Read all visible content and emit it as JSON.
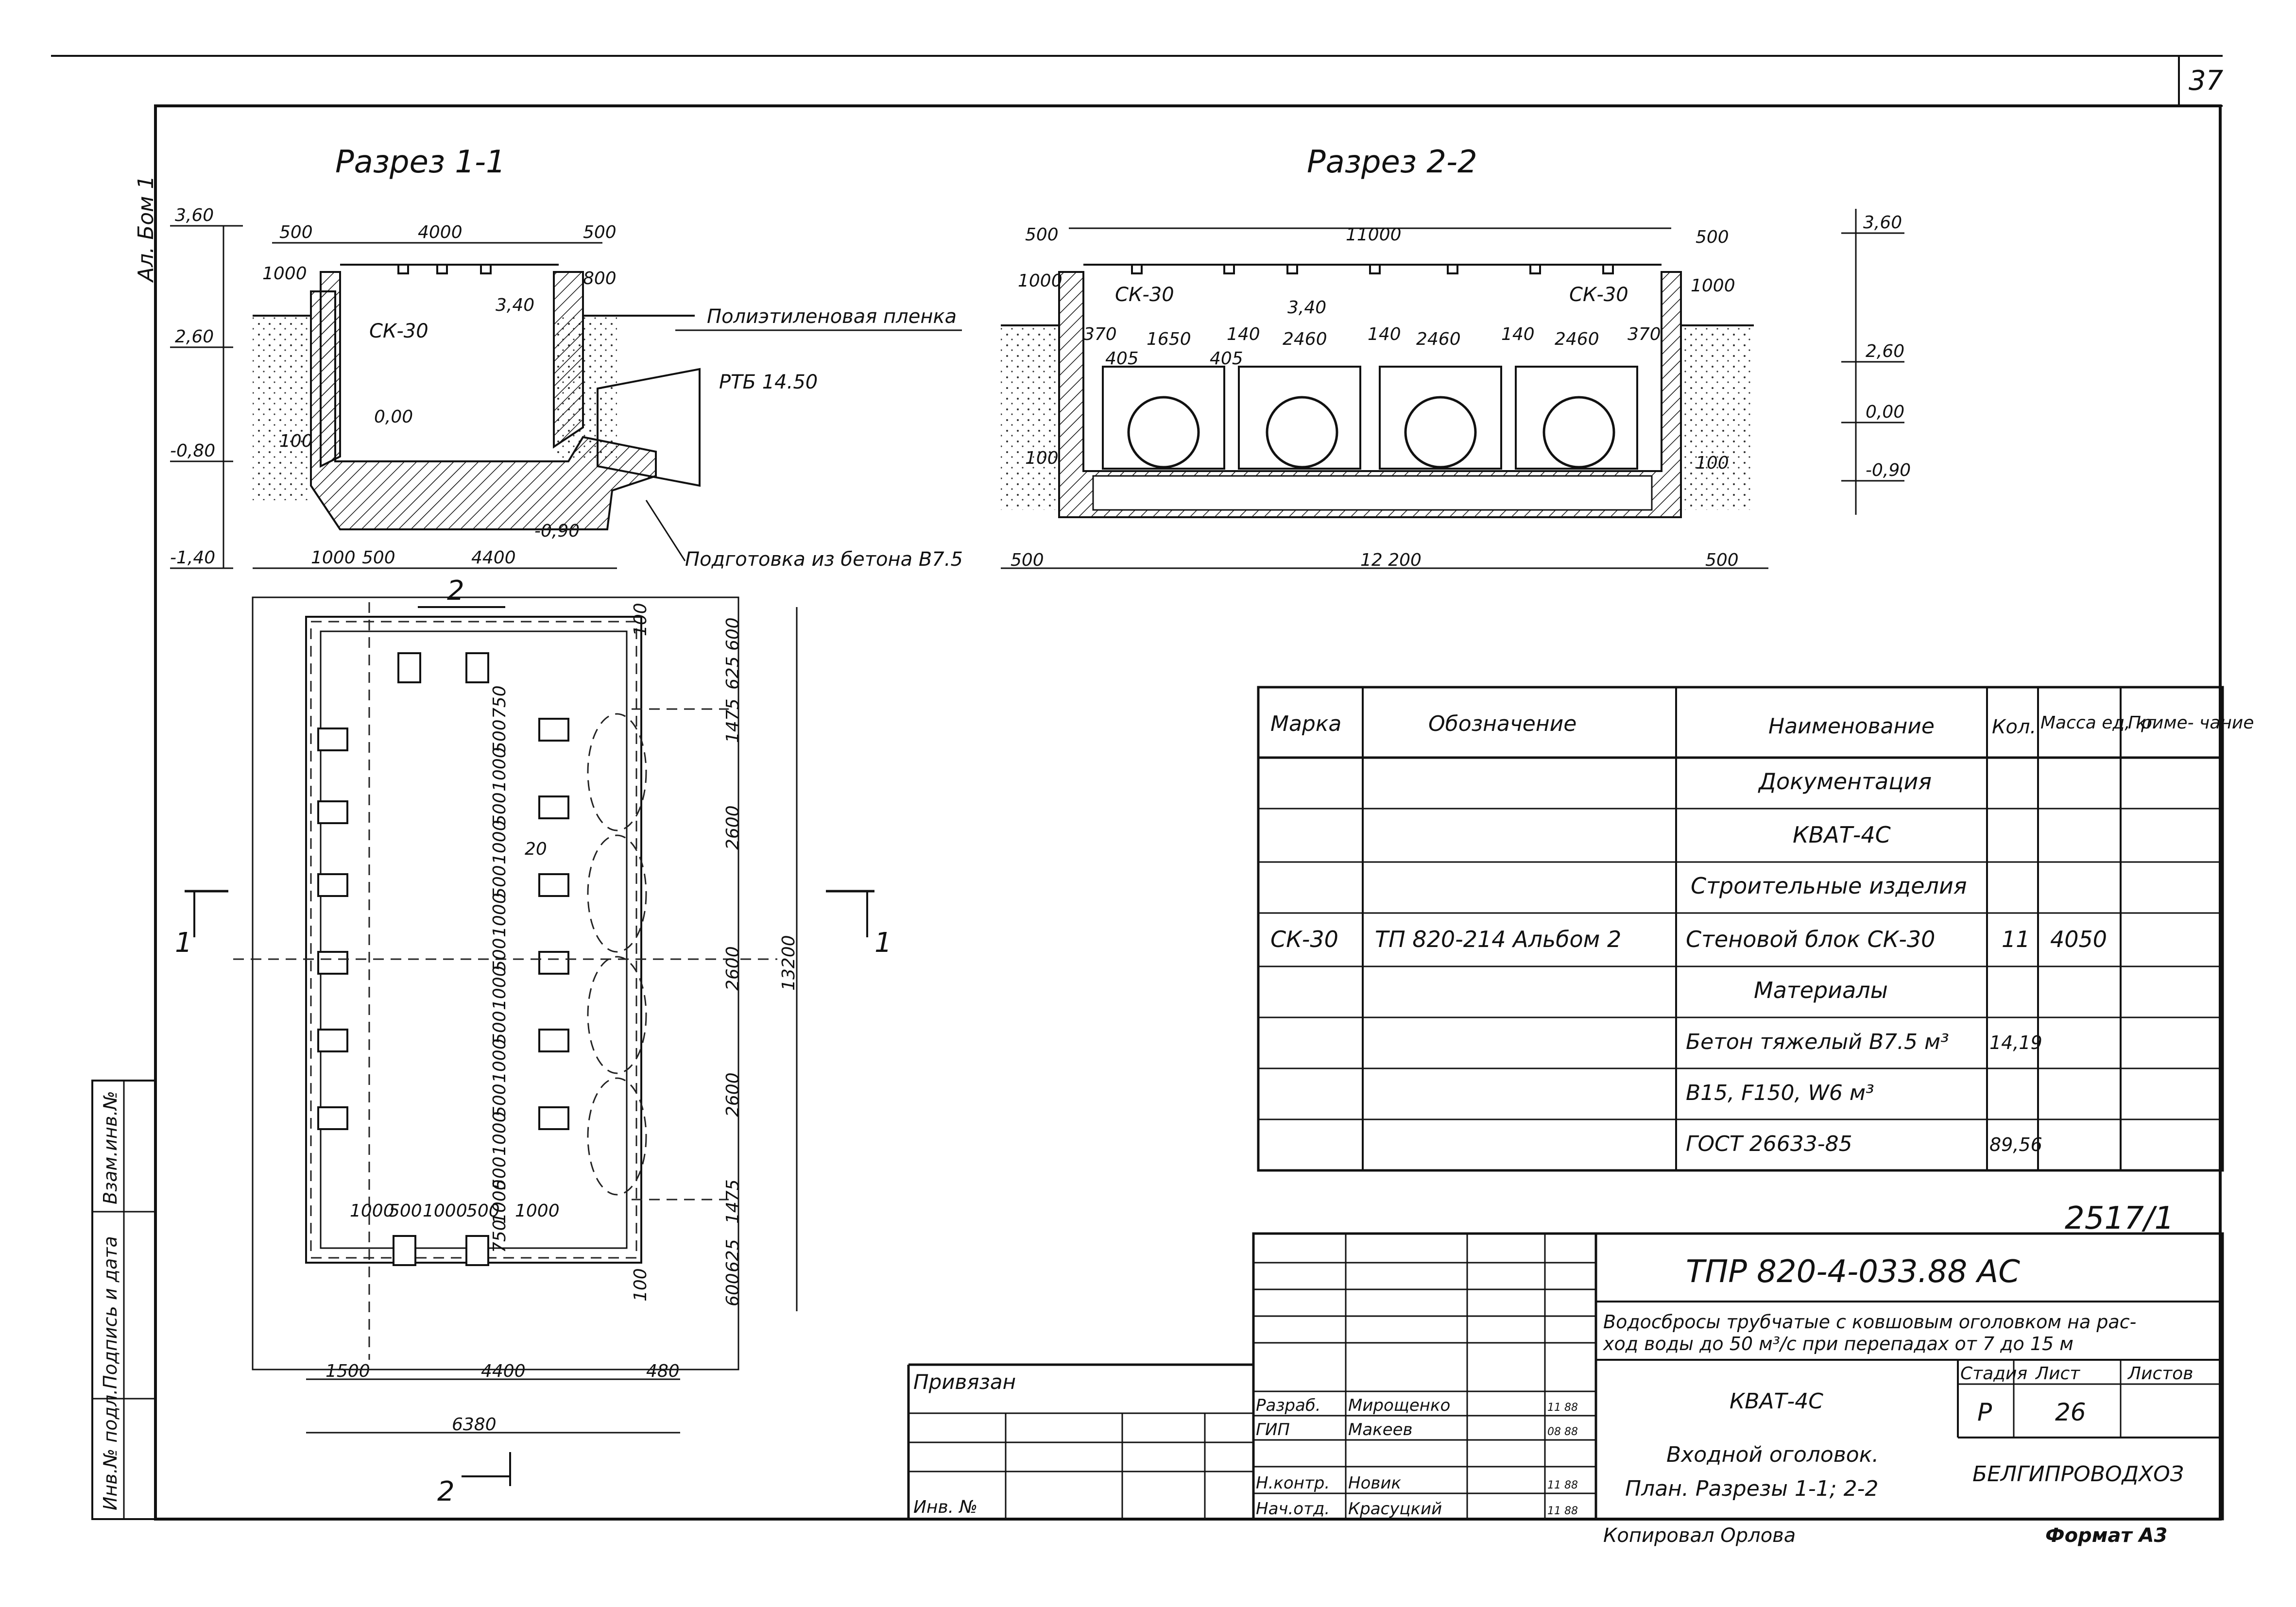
{
  "sheet_number": "37",
  "album_label": "Ал. Бом 1",
  "sections": {
    "s11": {
      "title": "Разрез 1-1",
      "dims": {
        "top_left": "500",
        "top_mid": "4000",
        "top_right": "500",
        "d1000": "1000",
        "d800": "800",
        "bot_1000": "1000",
        "bot_500": "500",
        "bot_4400": "4400",
        "d100": "100"
      },
      "levels": {
        "l360": "3,60",
        "l260": "2,60",
        "l080": "-0,80",
        "l140": "-1,40",
        "l340": "3,40",
        "l000": "0,00",
        "l090": "-0,90"
      },
      "labels": {
        "ck": "СК-30",
        "film": "Полиэтиленовая пленка",
        "pipe": "РТБ 14.50",
        "base": "Подготовка из бетона В7.5"
      }
    },
    "s22": {
      "title": "Разрез 2-2",
      "dims": {
        "top_left": "500",
        "top_mid": "11000",
        "top_right": "500",
        "d1000l": "1000",
        "d1000r": "1000",
        "d370l": "370",
        "d370r": "370",
        "d405a": "405",
        "d405b": "405",
        "d1650": "1650",
        "d140a": "140",
        "d2460a": "2460",
        "d140b": "140",
        "d2460b": "2460",
        "d140c": "140",
        "d2460c": "2460",
        "bot_500l": "500",
        "bot_12200": "12 200",
        "bot_500r": "500",
        "d100l": "100",
        "d100r": "100"
      },
      "levels": {
        "l360": "3,60",
        "l340": "3,40",
        "l260": "2,60",
        "l000": "0,00",
        "l090": "-0,90"
      },
      "labels": {
        "ck_l": "СК-30",
        "ck_r": "СК-30"
      }
    },
    "plan": {
      "cut2_top": "2",
      "cut2_bot": "2",
      "cut1_left": "1",
      "cut1_right": "1",
      "right_dims": [
        "600",
        "625",
        "1475",
        "2600",
        "2600",
        "2600",
        "1475",
        "625",
        "600"
      ],
      "overall": "13200",
      "inner_labels": [
        "750",
        "500",
        "1000",
        "500",
        "1000",
        "500",
        "1000",
        "500",
        "1000",
        "500",
        "1000",
        "500",
        "1000",
        "500",
        "1000",
        "750"
      ],
      "bottom_inner": [
        "1000",
        "500",
        "1000",
        "500",
        "1000"
      ],
      "top_small": "100",
      "bot_small": "100",
      "d20": "20",
      "bot_dims": [
        "1500",
        "4400",
        "480"
      ],
      "overall_w": "6380"
    }
  },
  "spec": {
    "headers": [
      "Марка",
      "Обозначение",
      "Наименование",
      "Кол.",
      "Масса ед, кг",
      "Приме- чание"
    ],
    "rows": [
      {
        "mark": "",
        "doc": "",
        "name": "Документация",
        "qty": "",
        "mass": "",
        "note": ""
      },
      {
        "mark": "",
        "doc": "",
        "name": "КВАТ-4С",
        "qty": "",
        "mass": "",
        "note": ""
      },
      {
        "mark": "",
        "doc": "",
        "name": "Строительные изделия",
        "qty": "",
        "mass": "",
        "note": ""
      },
      {
        "mark": "СК-30",
        "doc": "ТП 820-214 Альбом 2",
        "name": "Стеновой блок СК-30",
        "qty": "11",
        "mass": "4050",
        "note": ""
      },
      {
        "mark": "",
        "doc": "",
        "name": "Материалы",
        "qty": "",
        "mass": "",
        "note": ""
      },
      {
        "mark": "",
        "doc": "",
        "name": "Бетон тяжелый В7.5  м³",
        "qty": "14,19",
        "mass": "",
        "note": ""
      },
      {
        "mark": "",
        "doc": "",
        "name": "В15, F150, W6       м³",
        "qty": "",
        "mass": "",
        "note": ""
      },
      {
        "mark": "",
        "doc": "",
        "name": "ГОСТ 26633-85",
        "qty": "89,56",
        "mass": "",
        "note": ""
      }
    ]
  },
  "stamp": {
    "ref": "2517/1",
    "code": "ТПР 820-4-033.88     АС",
    "desc1": "Водосбросы трубчатые с ковшовым оголовком на рас-",
    "desc2": "ход воды до 50 м³/с при перепадах от 7 до 15 м",
    "project": "КВАТ-4С",
    "sheet_title1": "Входной оголовок.",
    "sheet_title2": "План. Разрезы 1-1; 2-2",
    "stage_h": "Стадия",
    "sheet_h": "Лист",
    "sheets_h": "Листов",
    "stage": "Р",
    "sheet": "26",
    "org": "БЕЛГИПРОВОДХОЗ",
    "bound": "Привязан",
    "inv": "Инв. №",
    "people": [
      {
        "role": "Разраб.",
        "name": "Мирощенко",
        "date": "11 88"
      },
      {
        "role": "ГИП",
        "name": "Макеев",
        "date": "08 88"
      },
      {
        "role": "Н.контр.",
        "name": "Новик",
        "date": "11 88"
      },
      {
        "role": "Нач.отд.",
        "name": "Красуцкий",
        "date": "11 88"
      }
    ],
    "copied": "Копировал Орлова",
    "format": "Формат А3"
  },
  "side_stamp": [
    "Инв.№ подл.",
    "Подпись и дата",
    "Взам.инв.№"
  ]
}
